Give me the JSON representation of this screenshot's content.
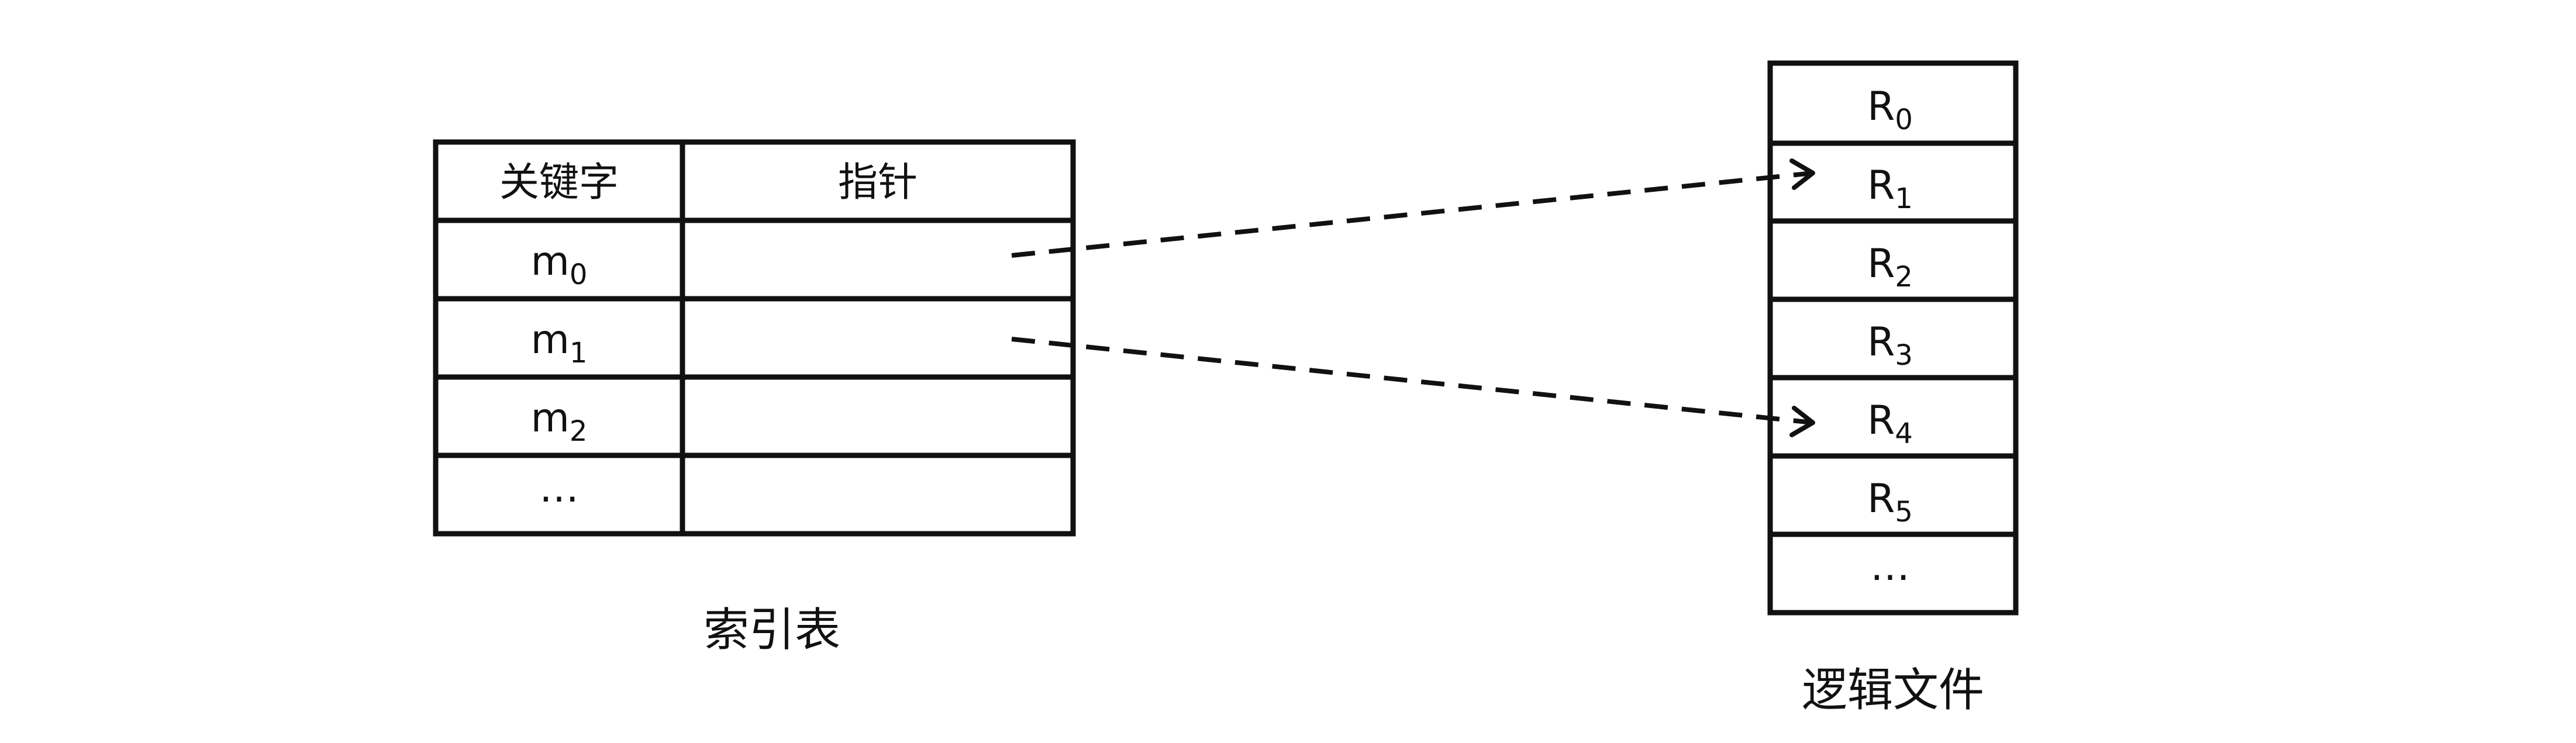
{
  "index_table": {
    "headers": {
      "key": "关键字",
      "pointer": "指针"
    },
    "rows": [
      {
        "base": "m",
        "sub": "0"
      },
      {
        "base": "m",
        "sub": "1"
      },
      {
        "base": "m",
        "sub": "2"
      },
      {
        "base": "…",
        "sub": ""
      }
    ],
    "caption": "索引表"
  },
  "logical_file": {
    "records": [
      {
        "base": "R",
        "sub": "0"
      },
      {
        "base": "R",
        "sub": "1"
      },
      {
        "base": "R",
        "sub": "2"
      },
      {
        "base": "R",
        "sub": "3"
      },
      {
        "base": "R",
        "sub": "4"
      },
      {
        "base": "R",
        "sub": "5"
      },
      {
        "base": "…",
        "sub": ""
      }
    ],
    "caption": "逻辑文件"
  },
  "pointers": [
    {
      "from_row": 0,
      "to_record": 1
    },
    {
      "from_row": 1,
      "to_record": 4
    }
  ]
}
